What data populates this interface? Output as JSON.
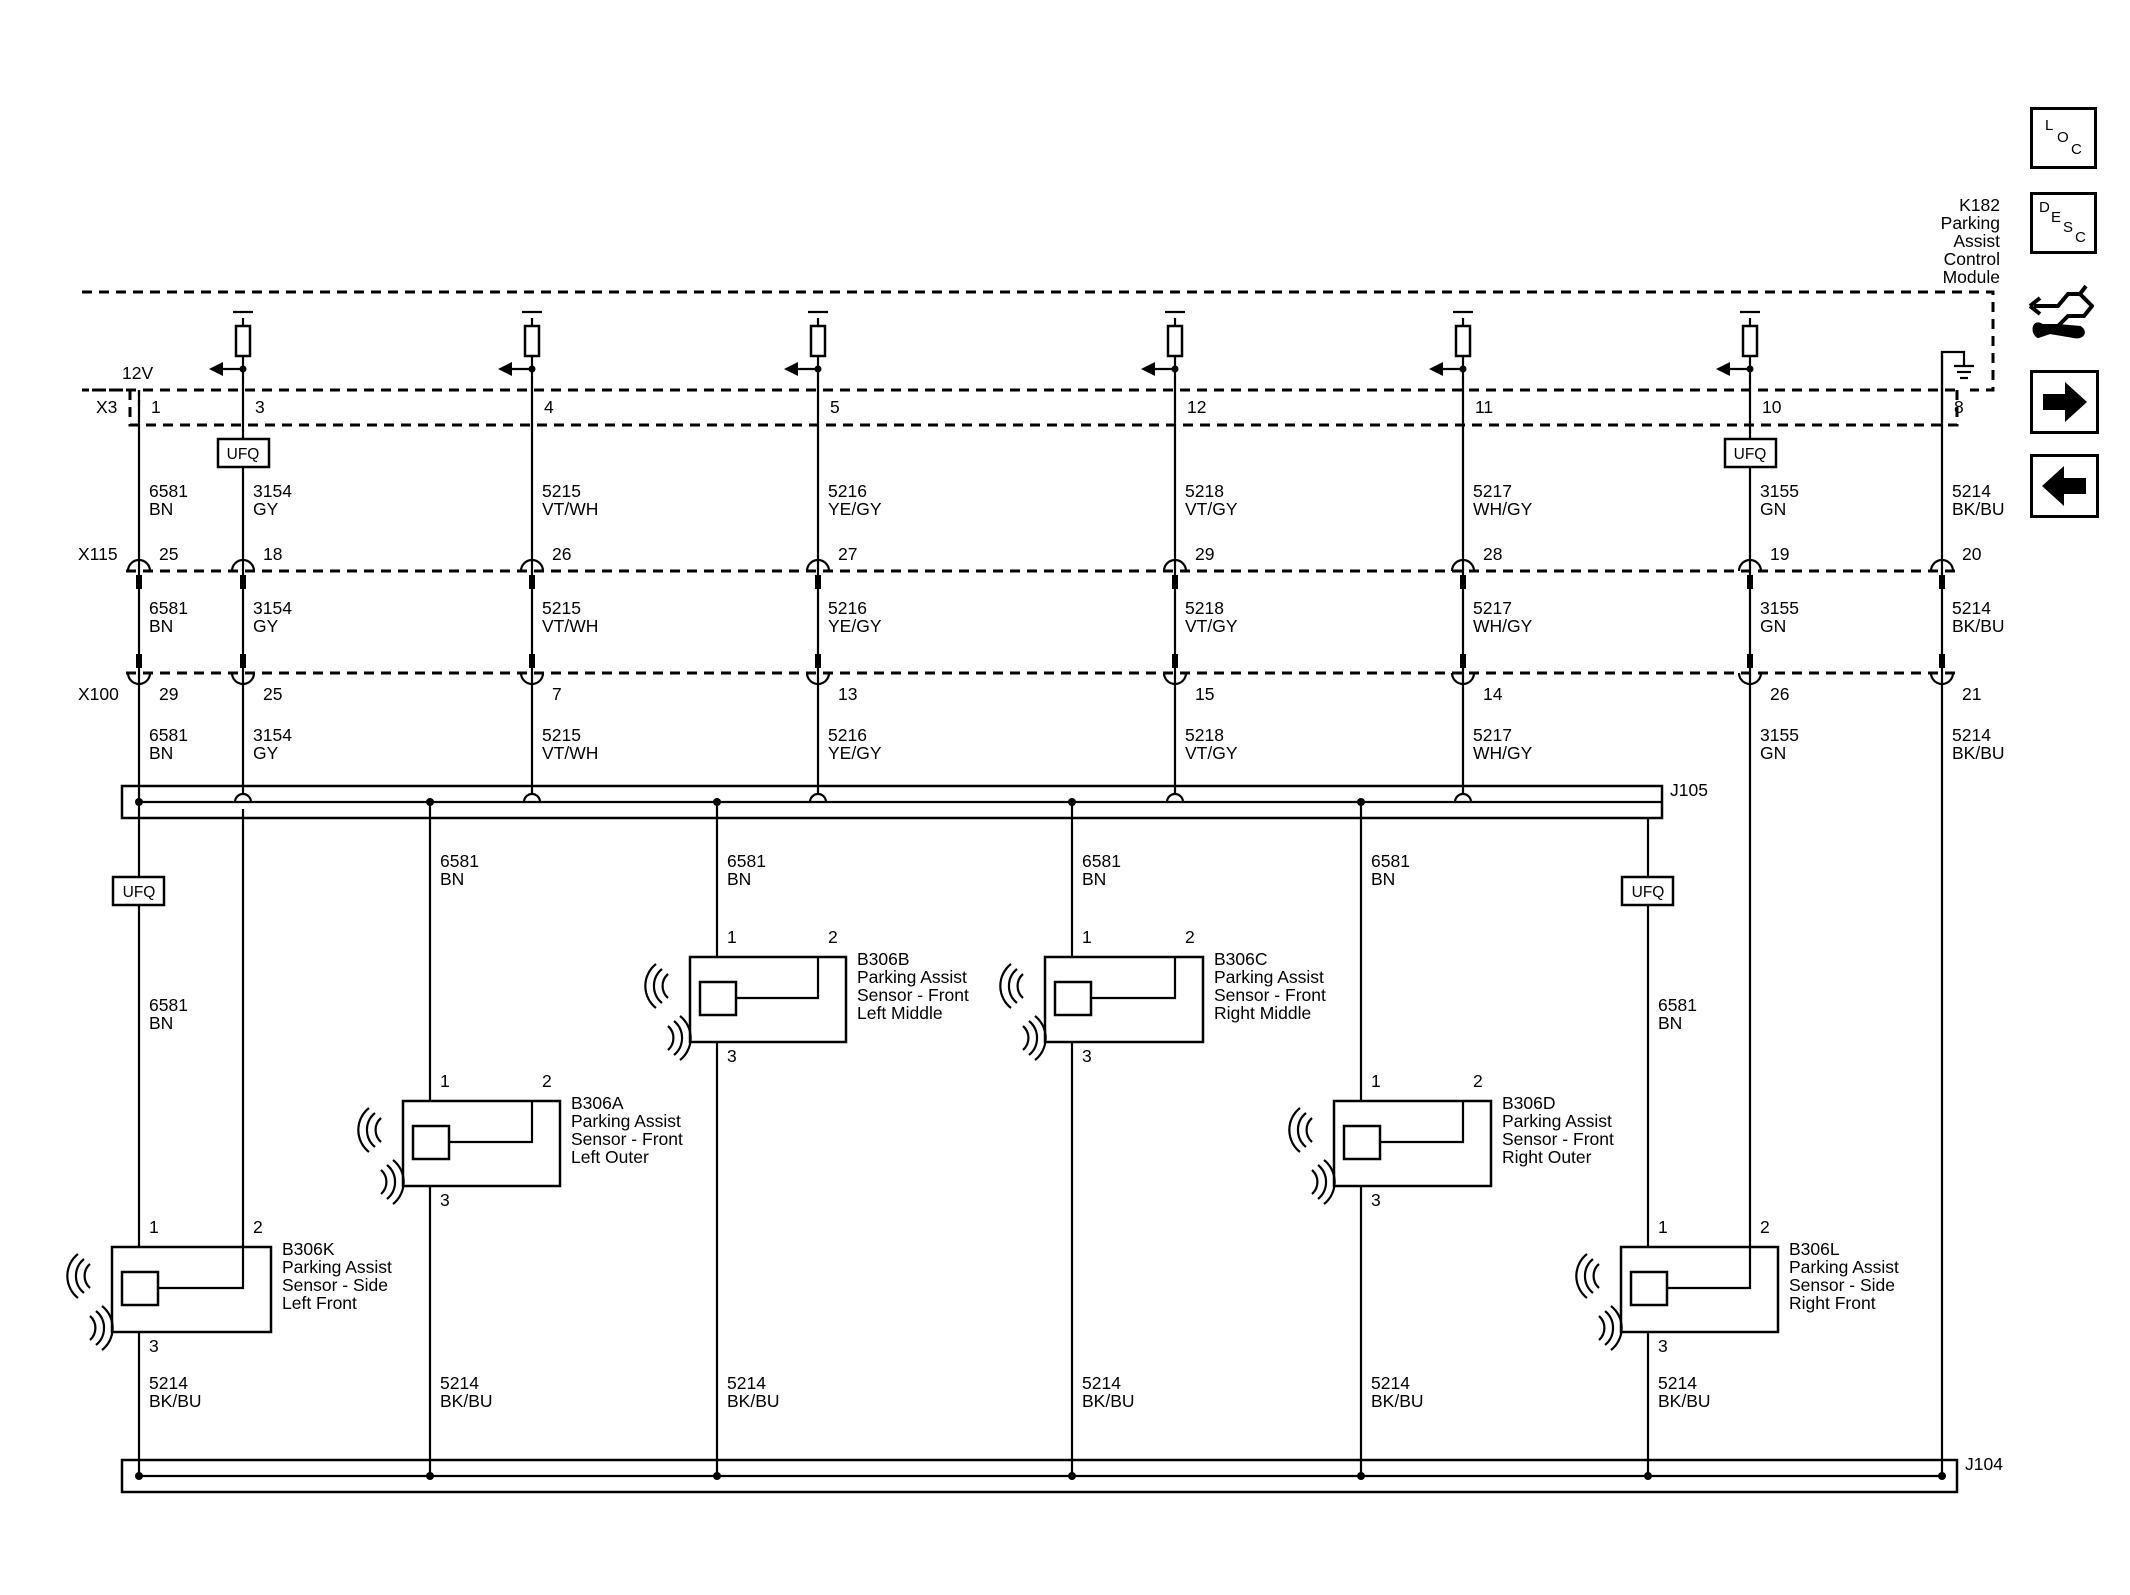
{
  "module": {
    "id": "K182",
    "name_lines": [
      "Parking",
      "Assist",
      "Control",
      "Module"
    ],
    "connector": "X3",
    "supply_label": "12V"
  },
  "module_pins": [
    "1",
    "3",
    "4",
    "5",
    "12",
    "11",
    "10",
    "8"
  ],
  "ufq_label": "UFQ",
  "connectors": {
    "x115": {
      "name": "X115",
      "pins": [
        "25",
        "18",
        "26",
        "27",
        "29",
        "28",
        "19",
        "20"
      ]
    },
    "x100": {
      "name": "X100",
      "pins": [
        "29",
        "25",
        "7",
        "13",
        "15",
        "14",
        "26",
        "21"
      ]
    }
  },
  "wires": [
    {
      "circuit": "6581",
      "color": "BN"
    },
    {
      "circuit": "3154",
      "color": "GY"
    },
    {
      "circuit": "5215",
      "color": "VT/WH"
    },
    {
      "circuit": "5216",
      "color": "YE/GY"
    },
    {
      "circuit": "5218",
      "color": "VT/GY"
    },
    {
      "circuit": "5217",
      "color": "WH/GY"
    },
    {
      "circuit": "3155",
      "color": "GN"
    },
    {
      "circuit": "5214",
      "color": "BK/BU"
    }
  ],
  "splices": {
    "top": "J105",
    "bottom": "J104"
  },
  "branch_wire": {
    "circuit": "6581",
    "color": "BN"
  },
  "ground_wire": {
    "circuit": "5214",
    "color": "BK/BU"
  },
  "sensors": [
    {
      "id": "B306K",
      "lines": [
        "Parking Assist",
        "Sensor - Side",
        "Left Front"
      ],
      "pins": [
        "1",
        "2",
        "3"
      ]
    },
    {
      "id": "B306A",
      "lines": [
        "Parking Assist",
        "Sensor - Front",
        "Left Outer"
      ],
      "pins": [
        "1",
        "2",
        "3"
      ]
    },
    {
      "id": "B306B",
      "lines": [
        "Parking Assist",
        "Sensor - Front",
        "Left Middle"
      ],
      "pins": [
        "1",
        "2",
        "3"
      ]
    },
    {
      "id": "B306C",
      "lines": [
        "Parking Assist",
        "Sensor - Front",
        "Right Middle"
      ],
      "pins": [
        "1",
        "2",
        "3"
      ]
    },
    {
      "id": "B306D",
      "lines": [
        "Parking Assist",
        "Sensor - Front",
        "Right Outer"
      ],
      "pins": [
        "1",
        "2",
        "3"
      ]
    },
    {
      "id": "B306L",
      "lines": [
        "Parking Assist",
        "Sensor - Side",
        "Right Front"
      ],
      "pins": [
        "1",
        "2",
        "3"
      ]
    }
  ],
  "nav": {
    "loc": [
      "L",
      "O",
      "C"
    ],
    "desc": [
      "D",
      "E",
      "S",
      "C"
    ],
    "connector_icon": "connector-view-icon",
    "next_icon": "right-arrow-icon",
    "prev_icon": "left-arrow-icon"
  }
}
